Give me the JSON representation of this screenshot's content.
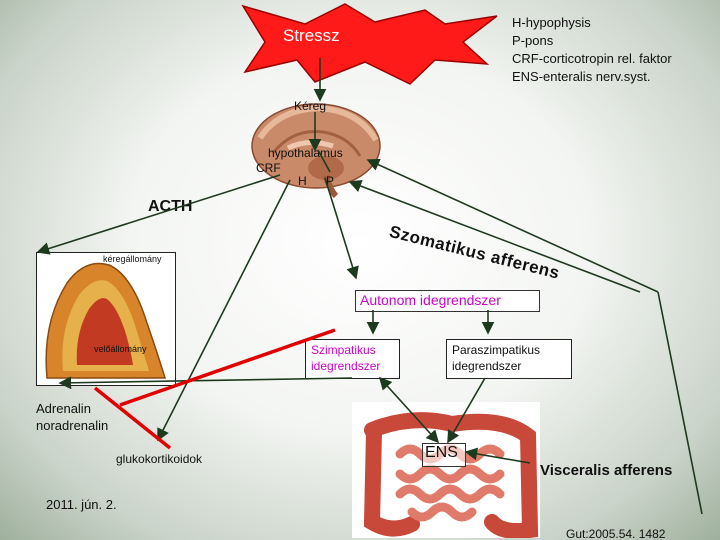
{
  "starburst_label": "Stressz",
  "note_lines": [
    "H-hypophysis",
    "P-pons",
    "CRF-corticotropin rel. faktor",
    "ENS-enteralis nerv.syst."
  ],
  "brain": {
    "cortex_label": "Kéreg",
    "hypothalamus_label": "hypothalamus",
    "crf_label": "CRF",
    "h_label": "H",
    "p_label": "P"
  },
  "acth_label": "ACTH",
  "adrenal_image": {
    "cortex_label": "kéregállomány",
    "medulla_label": "velőállomány"
  },
  "somatic_afferent_label": "Szomatikus afferens",
  "autonomic_label": "Autonom idegrendszer",
  "sympathetic_label": "Szimpatikus idegrendszer",
  "parasympathetic_label": "Paraszimpatikus idegrendszer",
  "adrenalin_label": "Adrenalin noradrenalin",
  "glucocorticoid_label": "glukokortikoidok",
  "ens_label": "ENS",
  "visceral_afferent_label": "Visceralis afferens",
  "date_label": "2011. jún. 2.",
  "reference_label": "Gut:2005.54. 1482",
  "colors": {
    "starburst": "#ff1a1a",
    "accent_text": "#cc00cc",
    "inhibit": "#e00000",
    "line": "#1e3a1e"
  }
}
